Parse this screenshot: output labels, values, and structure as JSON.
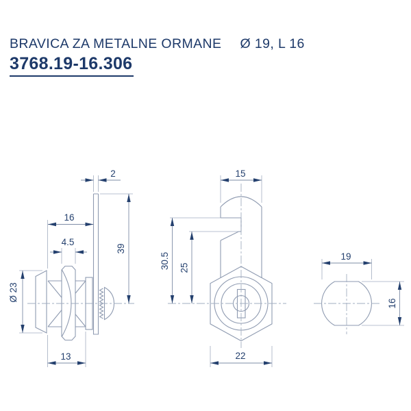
{
  "title": {
    "name": "BRAVICA ZA METALNE ORMANE",
    "spec": "Ø 19, L 16",
    "part_number": "3768.19-16.306"
  },
  "colors": {
    "navy_text": "#1d3969",
    "drawing_line": "#8e9ab0",
    "dimension": "#24406e"
  },
  "dims": {
    "side_cam_thickness": "2",
    "side_grip_length": "16",
    "side_nut_thickness": "4.5",
    "side_head_diameter": "Ø 23",
    "side_cam_reach": "39",
    "side_thread_length": "13",
    "front_cam_width": "15",
    "front_offset_outer": "30.5",
    "front_offset_inner": "25",
    "front_across_flats": "22",
    "cam_profile_width": "19",
    "cam_profile_height": "16"
  }
}
